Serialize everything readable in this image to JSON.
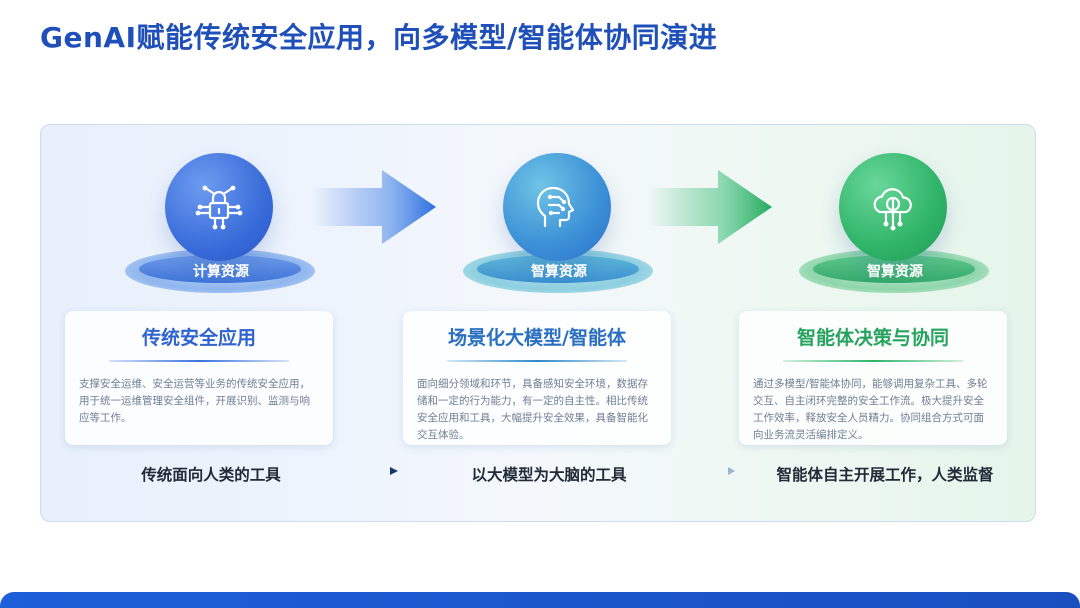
{
  "title": "GenAI赋能传统安全应用，向多模型/智能体协同演进",
  "colors": {
    "title": "#1f4fb8",
    "blue": "#3a74de",
    "teal": "#2fa6b6",
    "green": "#2db46a"
  },
  "columns": [
    {
      "icon": "ai-security-lock-icon",
      "resource_label": "计算资源",
      "card_title": "传统安全应用",
      "card_text": "支撑安全运维、安全运营等业务的传统安全应用，用于统一运维管理安全组件，开展识别、监测与响应等工作。",
      "bottom_label": "传统面向人类的工具"
    },
    {
      "icon": "ai-brain-head-icon",
      "resource_label": "智算资源",
      "card_title": "场景化大模型/智能体",
      "card_text": "面向细分领域和环节，具备感知安全环境，数据存储和一定的行为能力，有一定的自主性。相比传统安全应用和工具，大幅提升安全效果，具备智能化交互体验。",
      "bottom_label": "以大模型为大脑的工具"
    },
    {
      "icon": "cloud-ai-network-icon",
      "resource_label": "智算资源",
      "card_title": "智能体决策与协同",
      "card_text": "通过多模型/智能体协同，能够调用复杂工具、多轮交互、自主闭环完整的安全工作流。极大提升安全工作效率，释放安全人员精力。协同组合方式可面向业务流灵活编排定义。",
      "bottom_label": "智能体自主开展工作，人类监督"
    }
  ]
}
